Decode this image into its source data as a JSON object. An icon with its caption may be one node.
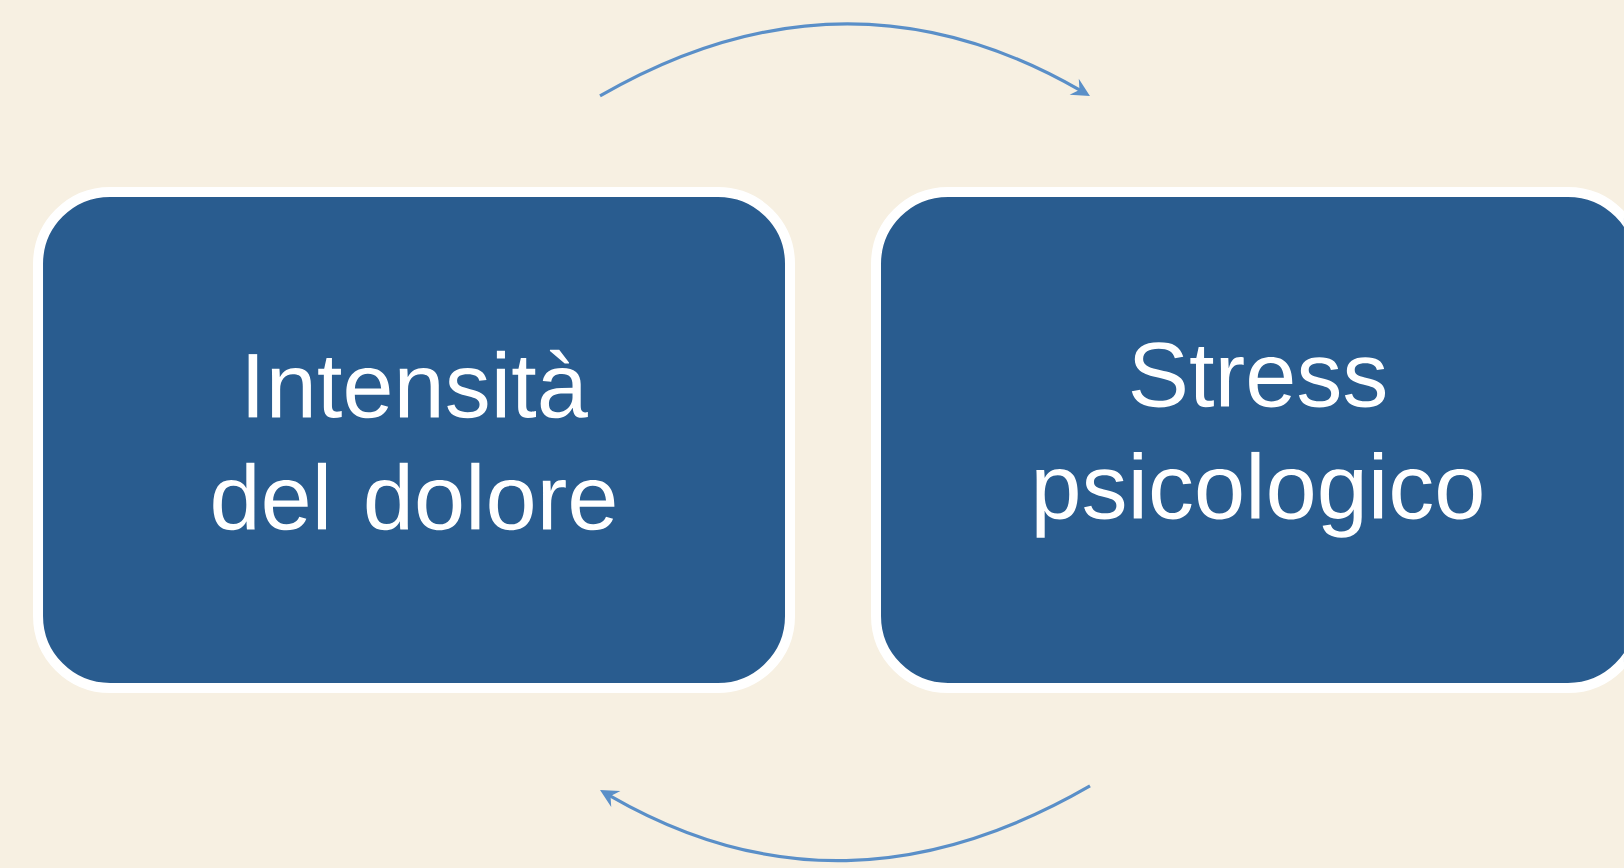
{
  "diagram": {
    "nodes": [
      {
        "text": [
          "Intensità del dolore"
        ]
      },
      {
        "text": [
          "Stress psicologico"
        ]
      }
    ],
    "edges": [
      {
        "from": 0,
        "to": 1,
        "arrow": "to"
      },
      {
        "from": 1,
        "to": 0,
        "arrow": "to"
      }
    ]
  }
}
